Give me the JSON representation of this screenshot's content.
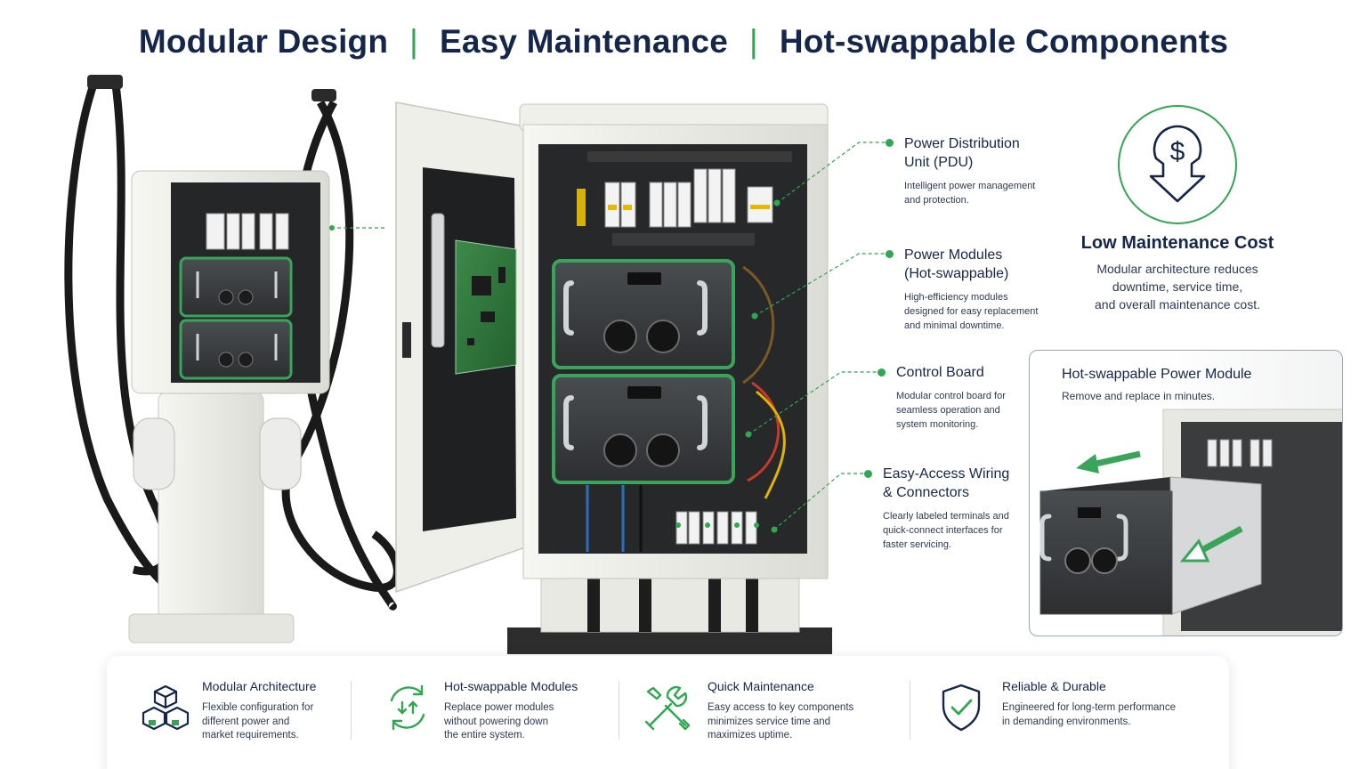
{
  "header": {
    "parts": [
      "Modular Design",
      "Easy Maintenance",
      "Hot-swappable Components"
    ],
    "separator": "|"
  },
  "callouts": [
    {
      "title": "Power Distribution\nUnit (PDU)",
      "desc": "Intelligent power management\nand protection."
    },
    {
      "title": "Power Modules\n(Hot-swappable)",
      "desc": "High-efficiency modules\ndesigned for easy replacement\nand minimal downtime."
    },
    {
      "title": "Control Board",
      "desc": "Modular control board for\nseamless operation and\nsystem monitoring."
    },
    {
      "title": "Easy-Access Wiring\n& Connectors",
      "desc": "Clearly labeled terminals and\nquick-connect interfaces for\nfaster servicing."
    }
  ],
  "low_maintenance": {
    "title": "Low Maintenance Cost",
    "desc": "Modular architecture reduces\ndowntime, service time,\nand overall maintenance cost.",
    "icon": "dollar-down-arrow-icon"
  },
  "hotswap_panel": {
    "title": "Hot-swappable Power Module",
    "subtitle": "Remove and replace in minutes."
  },
  "features": [
    {
      "icon": "modular-cubes-icon",
      "title": "Modular Architecture",
      "desc": "Flexible configuration for\ndifferent power and\nmarket requirements."
    },
    {
      "icon": "swap-arrows-icon",
      "title": "Hot-swappable Modules",
      "desc": "Replace power modules\nwithout powering down\nthe entire system."
    },
    {
      "icon": "tools-icon",
      "title": "Quick Maintenance",
      "desc": "Easy access to key components\nminimizes service time and\nmaximizes uptime."
    },
    {
      "icon": "shield-check-icon",
      "title": "Reliable & Durable",
      "desc": "Engineered for long-term performance\nin demanding environments."
    }
  ],
  "colors": {
    "accent_green": "#2fa84f",
    "navy": "#14264a",
    "cabinet_white": "#eeeeea",
    "module_dark": "#3a3d3f"
  }
}
